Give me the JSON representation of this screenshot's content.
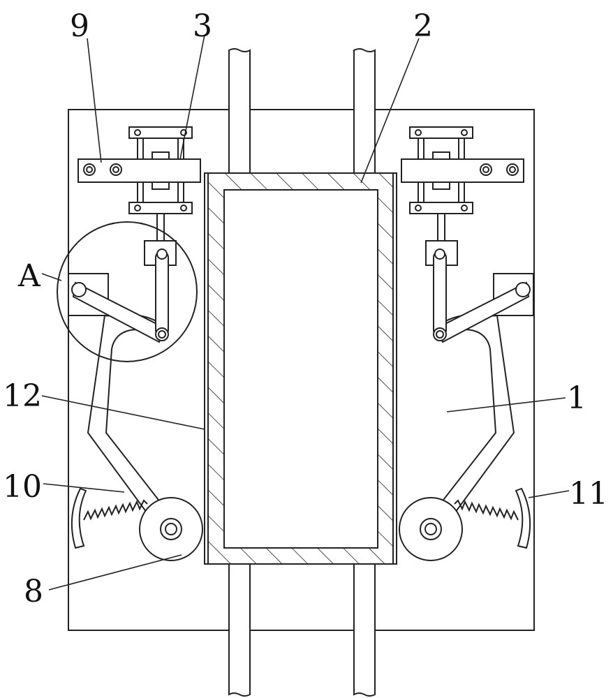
{
  "figure": {
    "labels": {
      "plate": "1",
      "box": "2",
      "bracket": "3",
      "roller": "8",
      "bar": "9",
      "spring": "10",
      "stop": "11",
      "side_plate": "12",
      "detail": "A"
    }
  }
}
